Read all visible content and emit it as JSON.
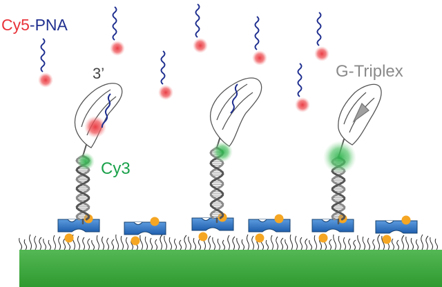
{
  "labels": {
    "cy5": "Cy5",
    "dash": "-",
    "pna": "PNA",
    "three_prime": "3’",
    "cy3": "Cy3",
    "g_triplex": "G-Triplex"
  },
  "colors": {
    "cy5_red": "#e8333a",
    "pna_blue": "#1f2f8f",
    "cy3_green": "#1aa14a",
    "dna_gray": "#6b6b6b",
    "surface_green": "#3aa63a",
    "biotin_orange": "#f5a623",
    "streptavidin_blue": "#2f73c6"
  }
}
